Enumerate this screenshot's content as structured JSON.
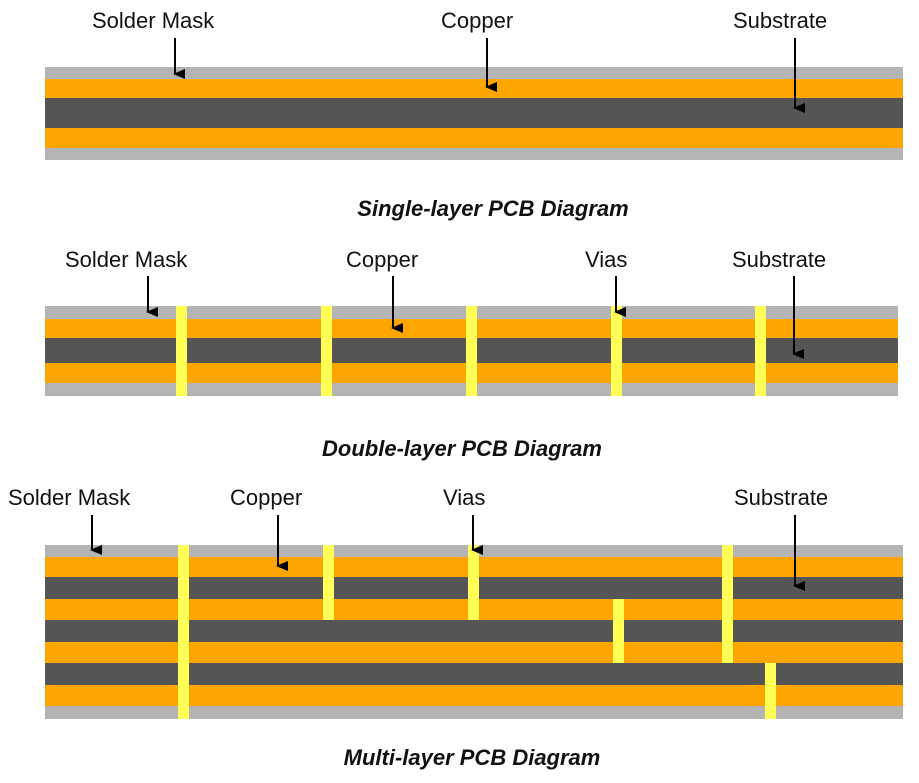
{
  "colors": {
    "solder_mask": "#b4b4b4",
    "copper": "#ffa500",
    "substrate": "#555555",
    "via": "#ffff55",
    "text": "#111111",
    "arrow": "#000000"
  },
  "diagrams": [
    {
      "id": "single",
      "caption": "Single-layer PCB Diagram",
      "labels": {
        "solder_mask": "Solder Mask",
        "copper": "Copper",
        "substrate": "Substrate"
      }
    },
    {
      "id": "double",
      "caption": "Double-layer PCB Diagram",
      "labels": {
        "solder_mask": "Solder Mask",
        "copper": "Copper",
        "vias": "Vias",
        "substrate": "Substrate"
      }
    },
    {
      "id": "multi",
      "caption": "Multi-layer PCB Diagram",
      "labels": {
        "solder_mask": "Solder Mask",
        "copper": "Copper",
        "vias": "Vias",
        "substrate": "Substrate"
      }
    }
  ]
}
